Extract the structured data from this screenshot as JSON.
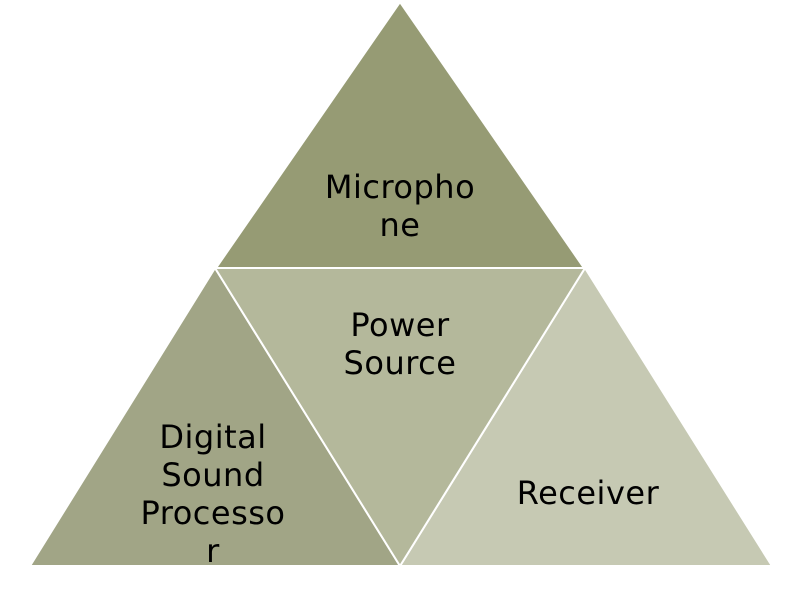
{
  "triangles": {
    "top": {
      "lines": [
        "Micropho",
        "ne"
      ],
      "color": "#969b74"
    },
    "center": {
      "lines": [
        "Power",
        "Source"
      ],
      "color": "#b4b89b"
    },
    "left": {
      "lines": [
        "Digital",
        "Sound",
        "Processo",
        "r"
      ],
      "color": "#a1a586"
    },
    "right": {
      "lines": [
        "Receiver"
      ],
      "color": "#c6c9b3"
    }
  },
  "colors": {
    "text": "#000000",
    "border": "#ffffff",
    "background": "#ffffff"
  }
}
